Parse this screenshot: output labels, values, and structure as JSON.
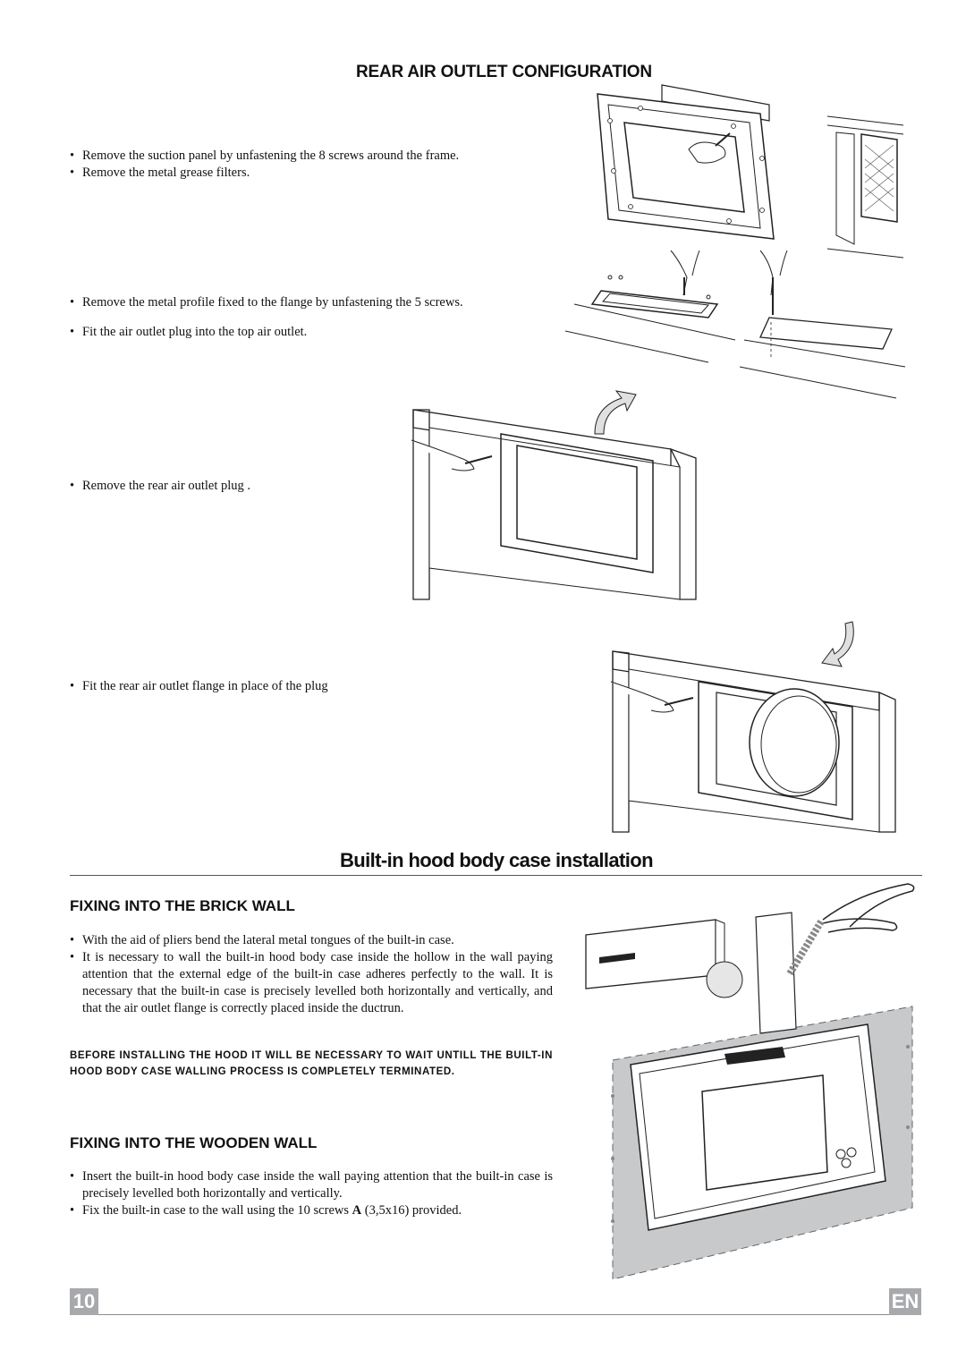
{
  "rear_outlet": {
    "heading": "REAR AIR OUTLET CONFIGURATION",
    "step1": [
      "Remove the suction panel by unfastening the 8 screws around the frame.",
      "Remove the metal grease filters."
    ],
    "step2": [
      "Remove the metal profile fixed to the flange by unfastening the 5 screws.",
      "Fit the air outlet plug into the top air outlet."
    ],
    "step3": "Remove the rear air outlet plug .",
    "step4": "Fit the rear air outlet flange in place of the plug"
  },
  "builtin": {
    "title": "Built-in hood body case installation",
    "brick": {
      "heading": "FIXING INTO THE BRICK WALL",
      "items": [
        "With the aid of pliers bend the lateral metal tongues of the built-in case.",
        "It is necessary to wall the built-in hood body case inside the hollow in the wall paying attention that the external edge of the built-in case adheres perfectly to the wall. It is necessary that the built-in case is precisely levelled both horizontally and vertically, and that the air outlet flange is correctly placed inside the ductrun."
      ],
      "warning": "BEFORE INSTALLING THE HOOD IT WILL BE NECESSARY TO WAIT UNTILL THE BUILT-IN HOOD BODY CASE WALLING PROCESS IS COMPLETELY TERMINATED."
    },
    "wood": {
      "heading": "FIXING INTO THE WOODEN WALL",
      "items": [
        "Insert the built-in hood body case inside the wall paying attention that the built-in case is precisely levelled both horizontally and vertically."
      ],
      "screws_pre": "Fix the built-in case to the wall using the 10 screws ",
      "screws_bold": "A",
      "screws_post": " (3,5x16) provided."
    }
  },
  "footer": {
    "page_number": "10",
    "language": "EN"
  },
  "colors": {
    "wall_grey": "#c8c9cb",
    "badge_grey": "#a7a9ac",
    "line_grey": "#8c8c8c"
  }
}
